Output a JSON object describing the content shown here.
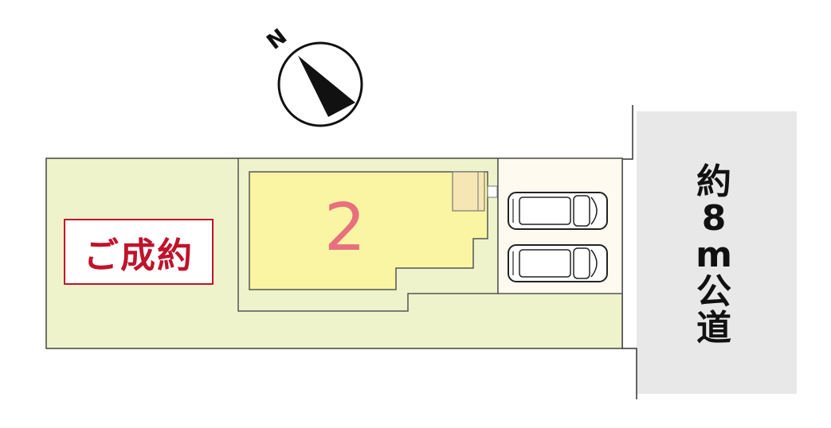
{
  "compass": {
    "north_label": "N"
  },
  "lot": {
    "number": "2"
  },
  "status": {
    "label": "ご成約"
  },
  "road": {
    "label_chars": [
      "約",
      "8",
      "m",
      "公",
      "道"
    ]
  },
  "colors": {
    "site_fill": "#eef3cb",
    "house_fill": "#faf5a3",
    "parking_fill": "#fffaf0",
    "road_fill": "#e8e8e8",
    "status_red": "#c0132b",
    "lot_number_pink": "#e86f7e"
  },
  "icons": [
    "compass-arrow-icon",
    "car-icon",
    "car-icon"
  ]
}
